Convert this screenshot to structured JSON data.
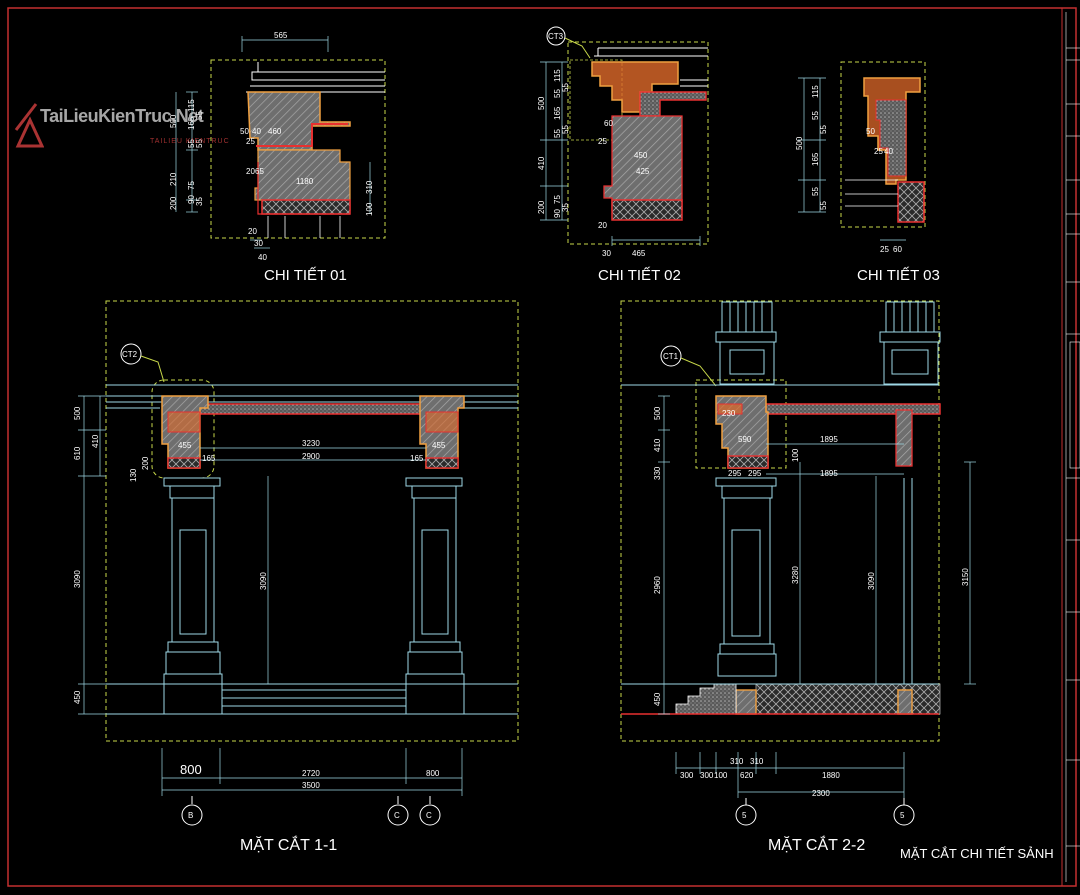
{
  "drawing": {
    "titles": {
      "detail_1": "CHI TIẾT 01",
      "detail_2": "CHI TIẾT 02",
      "detail_3": "CHI TIẾT 03",
      "section_1": "MẶT CẮT 1-1",
      "section_2": "MẶT CẮT 2-2",
      "sheet_title": "MẶT CẮT CHI TIẾT SẢNH"
    },
    "callouts": {
      "ct3": "CT3",
      "ct2": "CT2",
      "ct1": "CT1"
    },
    "grid_axes": {
      "b": "B",
      "c1": "C",
      "c2": "C",
      "five1": "5",
      "five2": "5"
    },
    "watermark": {
      "text": "TaiLieuKienTruc.Net",
      "sub": "TAILIEU KIENTRUC"
    },
    "dims_detail_1": {
      "top": "565",
      "h_a": "460",
      "h_b": "50",
      "h_c": "40",
      "h_d": "1180",
      "h_e": "20",
      "h_f": "65",
      "h_g": "25",
      "v_a": "500",
      "v_b": "610",
      "v_c": "165",
      "v_d": "115",
      "v_e": "55",
      "v_f": "55",
      "v_g": "55",
      "v_h": "210",
      "v_i": "130",
      "v_j": "200",
      "v_k": "90",
      "v_l": "75",
      "v_m": "35",
      "v_n": "310",
      "v_o": "100",
      "b_a": "20",
      "b_b": "30",
      "b_c": "40"
    },
    "dims_detail_2": {
      "v_a": "500",
      "v_b": "55",
      "v_c": "165",
      "v_d": "55",
      "v_e": "115",
      "v_f": "55",
      "v_g": "55",
      "v_h": "410",
      "v_i": "200",
      "v_j": "90",
      "v_k": "75",
      "v_l": "35",
      "h_a": "25",
      "h_b": "60",
      "h_c": "450",
      "h_d": "425",
      "h_e": "20",
      "b_a": "30",
      "b_b": "465"
    },
    "dims_detail_3": {
      "v_a": "500",
      "v_b": "115",
      "v_c": "55",
      "v_d": "55",
      "v_e": "165",
      "v_f": "55",
      "v_g": "55",
      "h_a": "50",
      "h_b": "25",
      "h_c": "40",
      "b_a": "25",
      "b_b": "60"
    },
    "dims_section_1": {
      "v_a": "500",
      "v_b": "610",
      "v_c": "410",
      "v_d": "130",
      "v_e": "200",
      "v_f": "3090",
      "v_g": "450",
      "v_h": "3090",
      "h_a": "455",
      "h_b": "455",
      "h_c": "3230",
      "h_d": "2900",
      "h_e": "165",
      "h_f": "165",
      "b_a": "800",
      "b_b": "2720",
      "b_c": "800",
      "b_d": "3500"
    },
    "dims_section_2": {
      "v_a": "500",
      "v_b": "410",
      "v_c": "330",
      "v_d": "2960",
      "v_e": "450",
      "v_f": "3280",
      "v_g": "3090",
      "v_h": "3150",
      "v_i": "100",
      "h_a": "230",
      "h_b": "590",
      "h_c": "1895",
      "h_d": "295",
      "h_e": "295",
      "h_f": "1895",
      "b_a": "300",
      "b_b": "300",
      "b_c": "100",
      "b_d": "620",
      "b_e": "310",
      "b_f": "310",
      "b_g": "1880",
      "b_h": "2300"
    },
    "colors": {
      "cyan": "#9ed8e6",
      "white": "#ffffff",
      "red": "#e83030",
      "orange": "#f0a040",
      "yellow_green": "#c8d84a",
      "gray": "#a8a8a8",
      "frame": "#c43030"
    }
  }
}
